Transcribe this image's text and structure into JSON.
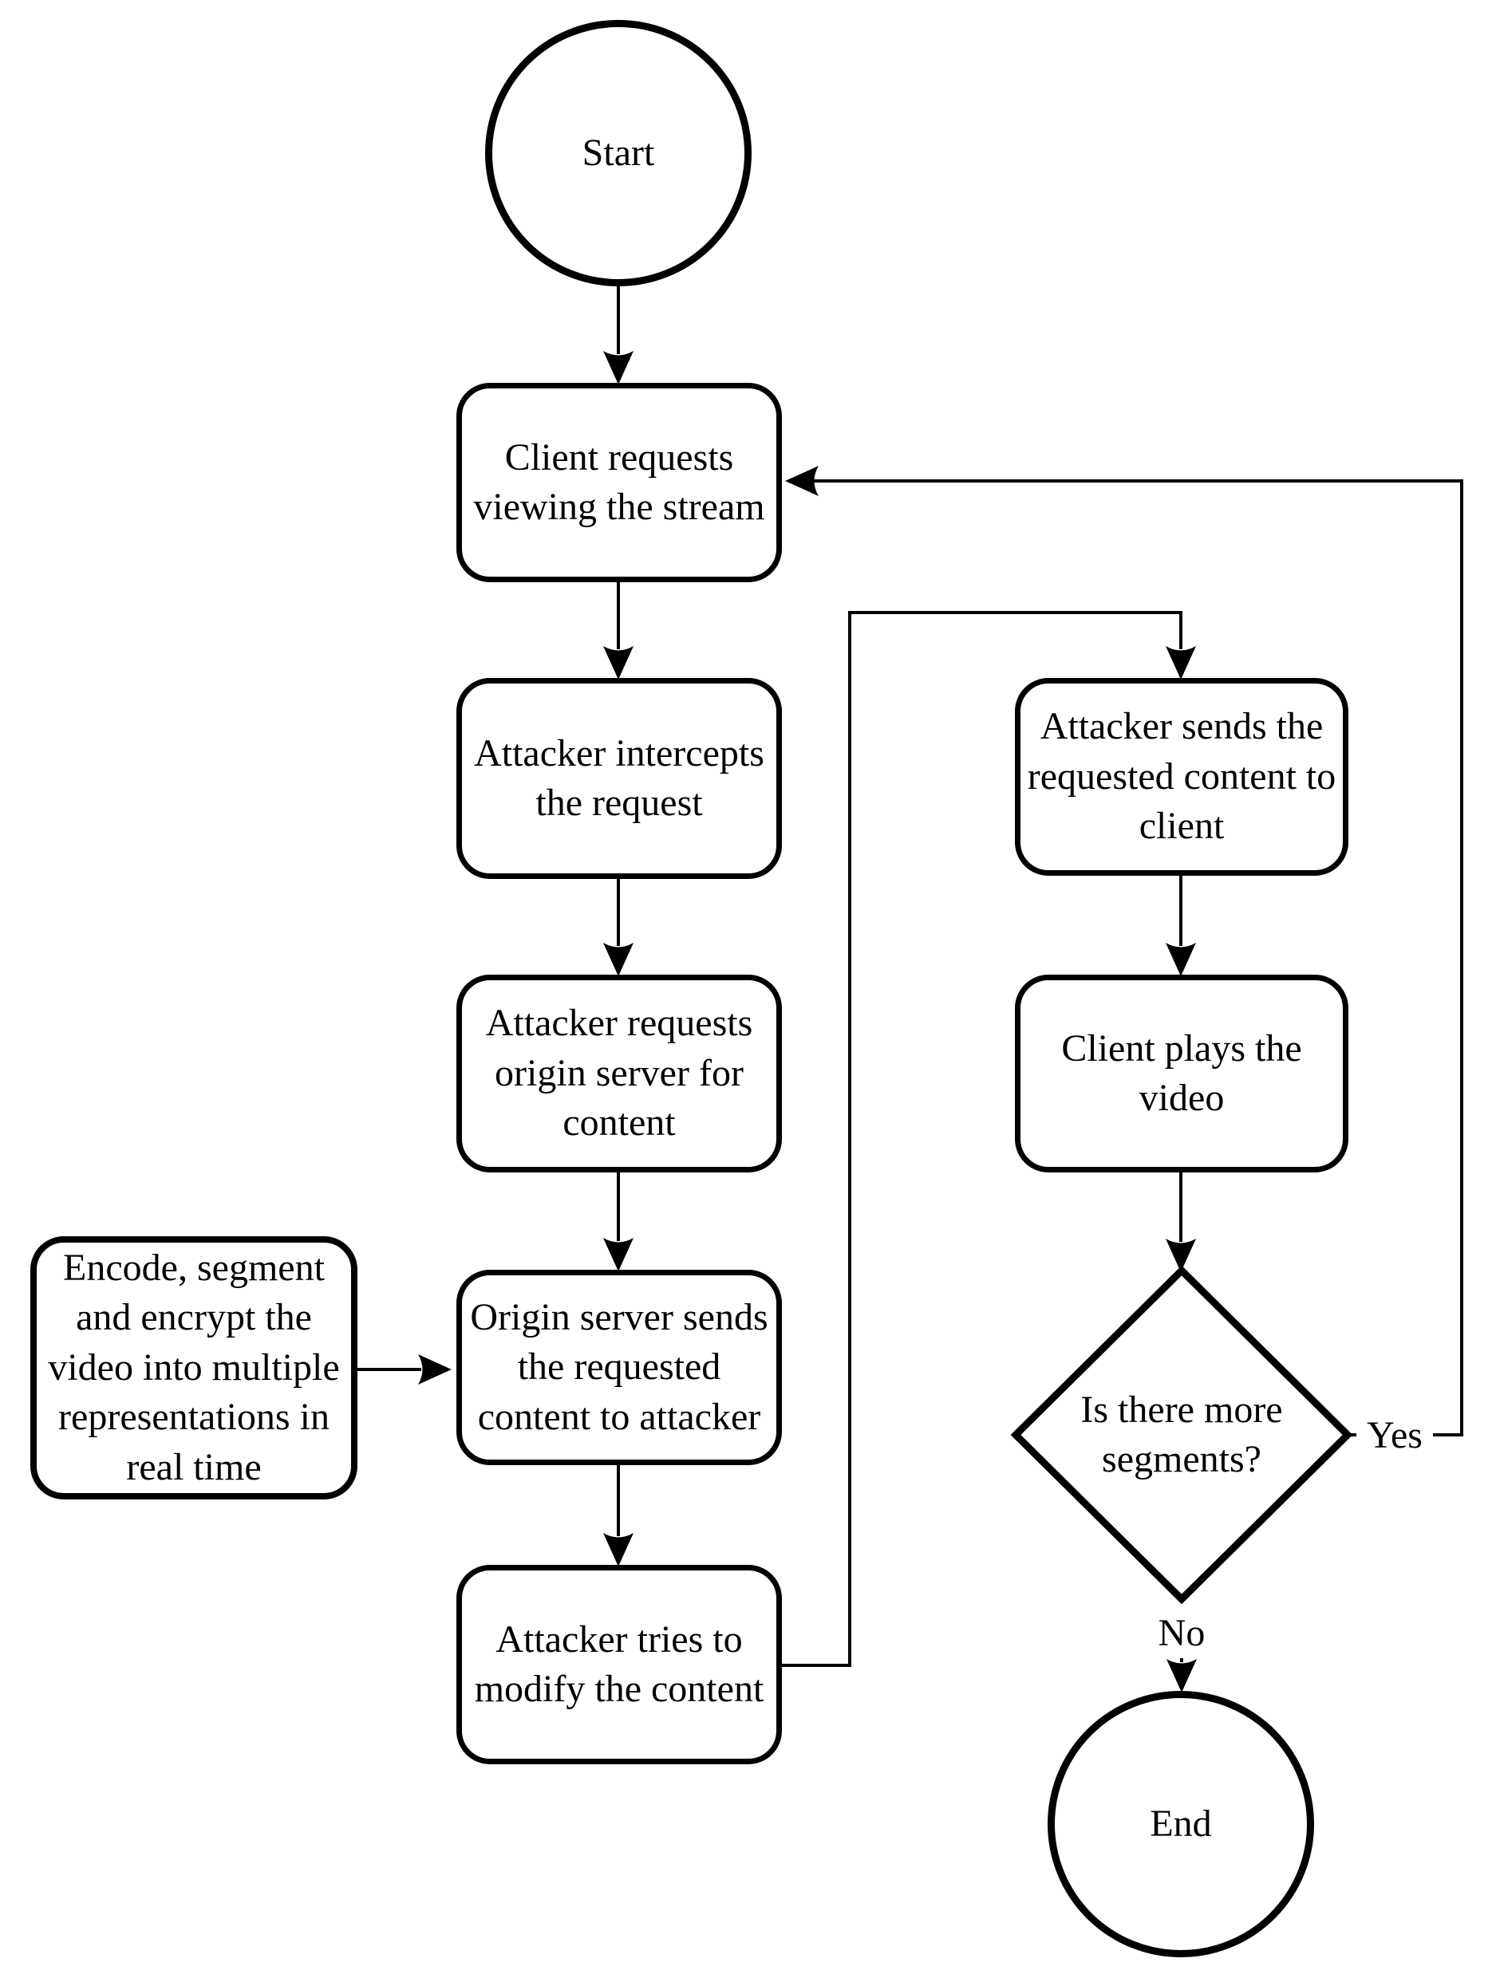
{
  "nodes": {
    "start": {
      "label": "Start",
      "shape": "circle"
    },
    "client_requests": {
      "label": "Client requests viewing the stream",
      "shape": "rounded-rect"
    },
    "attacker_intercepts": {
      "label": "Attacker intercepts the request",
      "shape": "rounded-rect"
    },
    "attacker_requests": {
      "label": "Attacker requests origin server for content",
      "shape": "rounded-rect"
    },
    "encode_segment": {
      "label": "Encode, segment and encrypt the video into multiple representations in real time",
      "shape": "rounded-rect"
    },
    "origin_sends": {
      "label": "Origin server sends the requested content to attacker",
      "shape": "rounded-rect"
    },
    "attacker_modifies": {
      "label": "Attacker tries to modify the content",
      "shape": "rounded-rect"
    },
    "attacker_sends": {
      "label": "Attacker sends the requested content to client",
      "shape": "rounded-rect"
    },
    "client_plays": {
      "label": "Client plays the video",
      "shape": "rounded-rect"
    },
    "decision_more_segments": {
      "label": "Is there more segments?",
      "shape": "diamond"
    },
    "end": {
      "label": "End",
      "shape": "circle"
    }
  },
  "edges": {
    "yes_label": "Yes",
    "no_label": "No"
  },
  "colors": {
    "stroke": "#000000",
    "fill": "#ffffff",
    "text": "#000000"
  }
}
